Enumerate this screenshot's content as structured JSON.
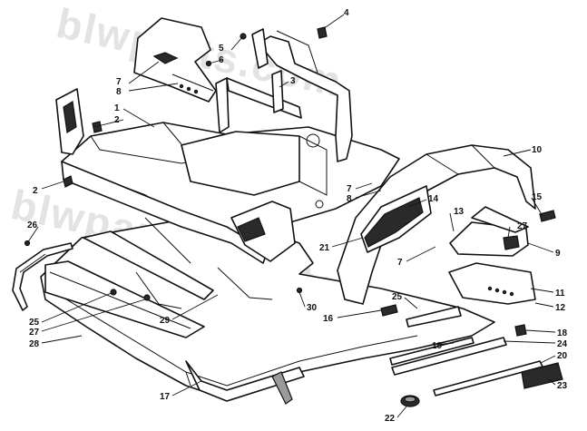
{
  "watermark": "blwparts.com",
  "callouts": [
    {
      "id": "c4",
      "label": "4"
    },
    {
      "id": "c5",
      "label": "5"
    },
    {
      "id": "c6",
      "label": "6"
    },
    {
      "id": "c7a",
      "label": "7"
    },
    {
      "id": "c8a",
      "label": "8"
    },
    {
      "id": "c3",
      "label": "3"
    },
    {
      "id": "c1",
      "label": "1"
    },
    {
      "id": "c2a",
      "label": "2"
    },
    {
      "id": "c2b",
      "label": "2"
    },
    {
      "id": "c10",
      "label": "10"
    },
    {
      "id": "c15",
      "label": "15"
    },
    {
      "id": "c7b",
      "label": "7"
    },
    {
      "id": "c8b",
      "label": "8"
    },
    {
      "id": "c14",
      "label": "14"
    },
    {
      "id": "c13",
      "label": "13"
    },
    {
      "id": "c27a",
      "label": "27"
    },
    {
      "id": "c9",
      "label": "9"
    },
    {
      "id": "c26",
      "label": "26"
    },
    {
      "id": "c21",
      "label": "21"
    },
    {
      "id": "c7c",
      "label": "7"
    },
    {
      "id": "c11",
      "label": "11"
    },
    {
      "id": "c12",
      "label": "12"
    },
    {
      "id": "c25a",
      "label": "25"
    },
    {
      "id": "c30",
      "label": "30"
    },
    {
      "id": "c16",
      "label": "16"
    },
    {
      "id": "c25b",
      "label": "25"
    },
    {
      "id": "c27b",
      "label": "27"
    },
    {
      "id": "c28",
      "label": "28"
    },
    {
      "id": "c29",
      "label": "29"
    },
    {
      "id": "c18",
      "label": "18"
    },
    {
      "id": "c24",
      "label": "24"
    },
    {
      "id": "c19",
      "label": "19"
    },
    {
      "id": "c20",
      "label": "20"
    },
    {
      "id": "c17",
      "label": "17"
    },
    {
      "id": "c23",
      "label": "23"
    },
    {
      "id": "c22",
      "label": "22"
    }
  ]
}
